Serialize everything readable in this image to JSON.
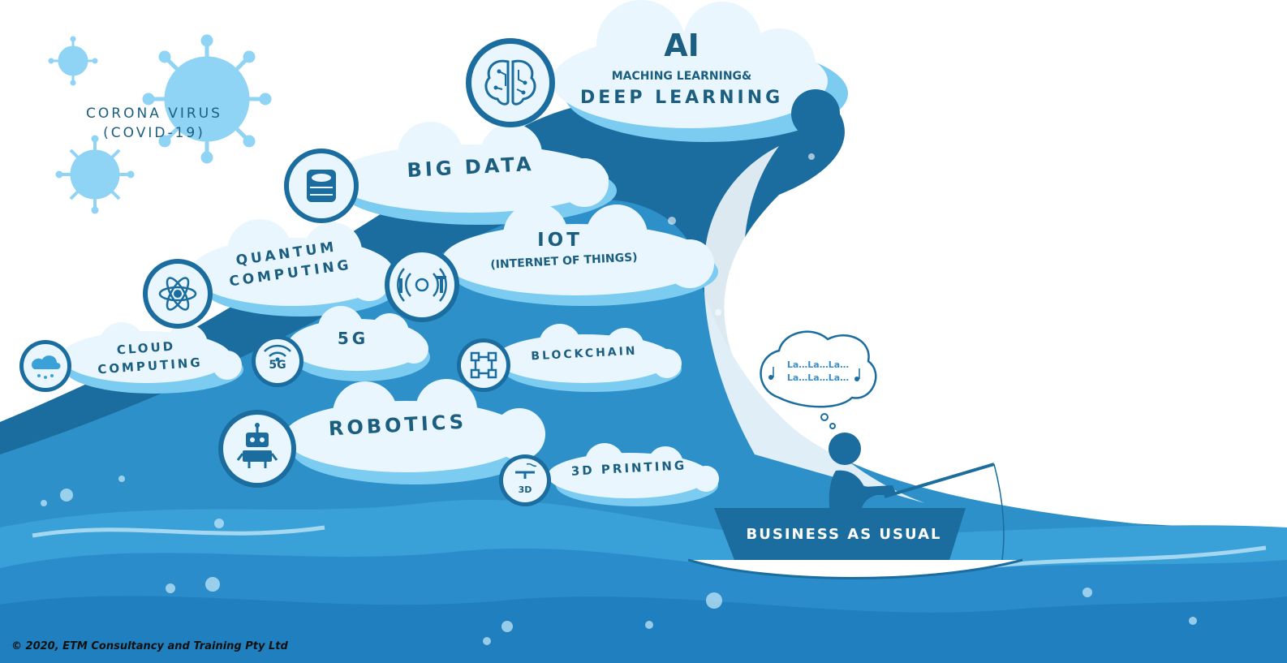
{
  "colors": {
    "wave_dark": "#1a6d9e",
    "wave_mid": "#2e90c8",
    "wave_light": "#5bb5e3",
    "cloud_fill": "#e9f6fd",
    "cloud_shadow": "#7ccbf0",
    "label_text": "#1b5e80",
    "virus": "#8fd3f5",
    "boat": "#1a6d9e",
    "bubble_text": "#3a8fcb"
  },
  "virus": {
    "line1": "CORONA VIRUS",
    "line2": "(COVID-19)"
  },
  "tech": {
    "ai_title": "AI",
    "ai_line2": "MACHING LEARNING&",
    "ai_line3": "DEEP LEARNING",
    "big_data": "BIG DATA",
    "quantum_line1": "QUANTUM",
    "quantum_line2": "COMPUTING",
    "iot_line1": "IOT",
    "iot_line2": "(INTERNET OF THINGS)",
    "cloud_line1": "CLOUD",
    "cloud_line2": "COMPUTING",
    "fiveg": "5G",
    "fiveg_icon_text": "5G",
    "blockchain": "BLOCKCHAIN",
    "robotics": "ROBOTICS",
    "printing": "3D PRINTING",
    "printing_icon_text": "3D"
  },
  "icons": {
    "ai": "brain-circuit-icon",
    "big_data": "database-icon",
    "quantum": "atom-icon",
    "iot": "iot-signal-icon",
    "cloud": "cloud-rain-icon",
    "fiveg": "5g-signal-icon",
    "blockchain": "blockchain-nodes-icon",
    "robotics": "robot-icon",
    "printing": "3d-printer-icon"
  },
  "thought_bubble": {
    "line1": "La…La…La…",
    "line2": "La…La…La…",
    "notes": "music-note-icon"
  },
  "boat": {
    "label": "BUSINESS AS USUAL"
  },
  "copyright": "© 2020, ETM Consultancy and Training Pty Ltd"
}
